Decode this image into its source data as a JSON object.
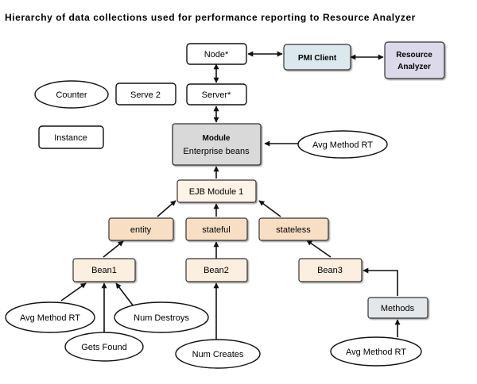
{
  "title": "Hierarchy of data collections used for performance reporting to Resource Analyzer",
  "colors": {
    "white_box": "#ffffff",
    "module_box": "#d9d9d9",
    "pmi_client": "#dbe9ee",
    "resource_analyzer": "#dcd9ea",
    "ejb_module": "#fdf3e6",
    "bean_type": "#f8dfc4",
    "bean": "#fcefdf",
    "methods": "#e3e7ea",
    "stroke": "#111111"
  },
  "legend": {
    "counter": "Counter",
    "serve2": "Serve 2",
    "instance": "Instance"
  },
  "nodes": {
    "node": "Node*",
    "pmi_client": "PMI Client",
    "resource_analyzer_line1": "Resource",
    "resource_analyzer_line2": "Analyzer",
    "server": "Server*",
    "module_title": "Module",
    "module_subtitle": "Enterprise beans",
    "module_counter": "Avg Method RT",
    "ejb_module": "EJB Module 1",
    "entity": "entity",
    "stateful": "stateful",
    "stateless": "stateless",
    "bean1": "Bean1",
    "bean2": "Bean2",
    "bean3": "Bean3",
    "bean1_avg": "Avg Method RT",
    "bean1_gets": "Gets Found",
    "bean1_destroys": "Num Destroys",
    "bean2_creates": "Num Creates",
    "methods": "Methods",
    "methods_avg": "Avg Method RT"
  }
}
